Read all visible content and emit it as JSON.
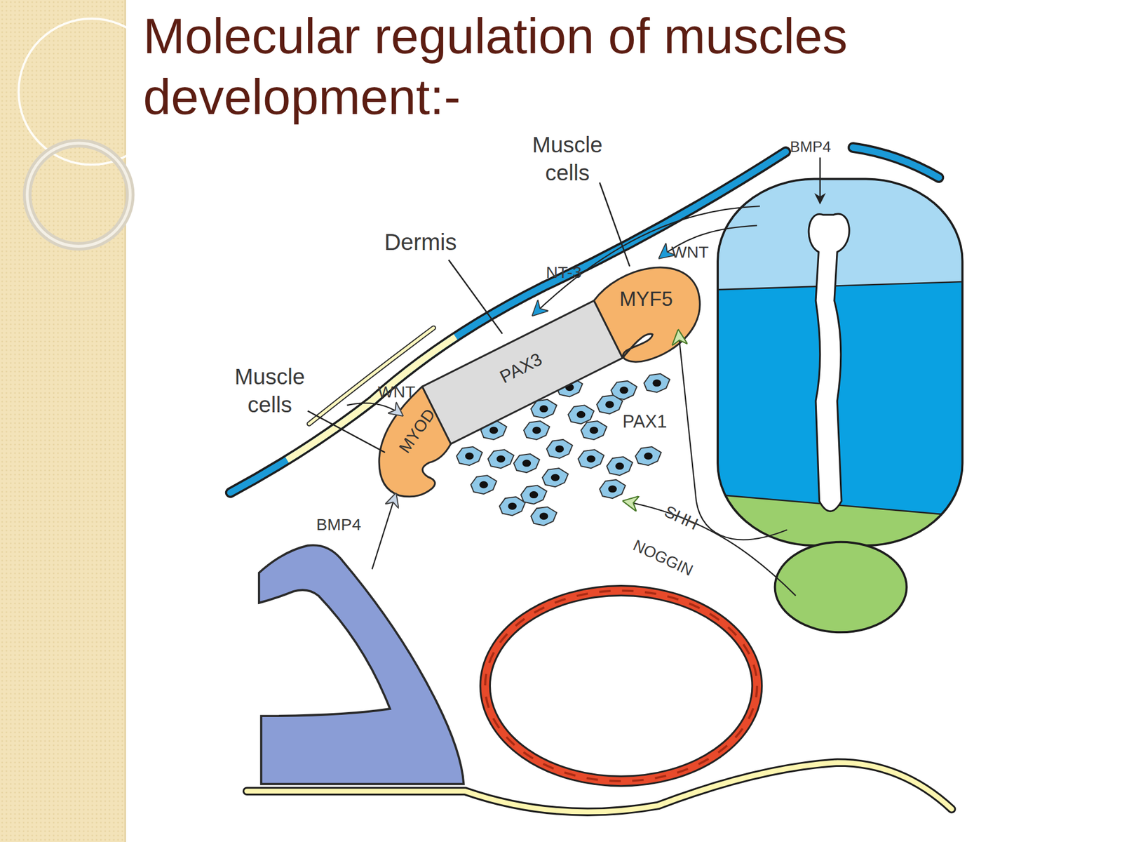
{
  "diagram": {
    "title": "Molecular regulation of muscles development:-",
    "nodes": [
      {
        "text": [
          "MYF5"
        ]
      },
      {
        "text": [
          "PAX3"
        ]
      },
      {
        "text": [
          "MYOD"
        ]
      }
    ],
    "labels": [
      "Muscle cells",
      "BMP4",
      "Dermis",
      "WNT",
      "NT-3",
      "Muscle cells",
      "WNT",
      "PAX1",
      "BMP4",
      "SHH",
      "NOGGIN"
    ]
  }
}
